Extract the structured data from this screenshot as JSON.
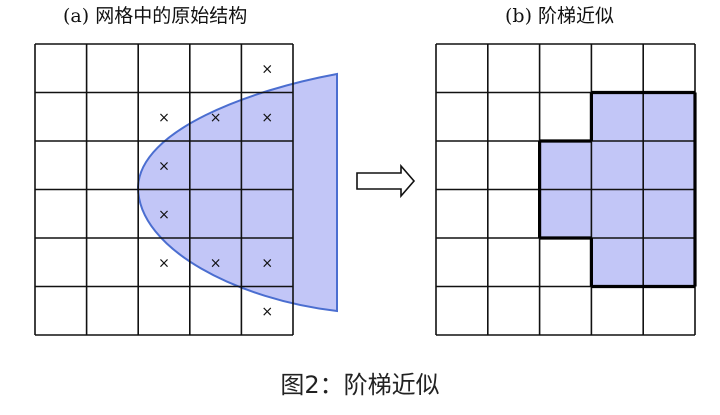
{
  "panel_a": {
    "title": "(a) 网格中的原始结构",
    "grid": {
      "rows": 6,
      "cols": 5
    },
    "shape_fill": "#c2c6f7",
    "shape_stroke": "#4b6ed0",
    "marker": "×",
    "marked_cells": [
      [
        0,
        4
      ],
      [
        1,
        2
      ],
      [
        1,
        3
      ],
      [
        1,
        4
      ],
      [
        2,
        2
      ],
      [
        3,
        2
      ],
      [
        4,
        2
      ],
      [
        4,
        3
      ],
      [
        4,
        4
      ],
      [
        5,
        4
      ]
    ]
  },
  "panel_b": {
    "title": "(b) 阶梯近似",
    "grid": {
      "rows": 6,
      "cols": 5
    },
    "fill_color": "#c2c6f7",
    "filled_cells": [
      [
        1,
        3
      ],
      [
        1,
        4
      ],
      [
        2,
        2
      ],
      [
        2,
        3
      ],
      [
        2,
        4
      ],
      [
        3,
        2
      ],
      [
        3,
        3
      ],
      [
        3,
        4
      ],
      [
        4,
        3
      ],
      [
        4,
        4
      ]
    ]
  },
  "arrow": {
    "icon": "hollow-right-arrow"
  },
  "caption": "图2：阶梯近似"
}
